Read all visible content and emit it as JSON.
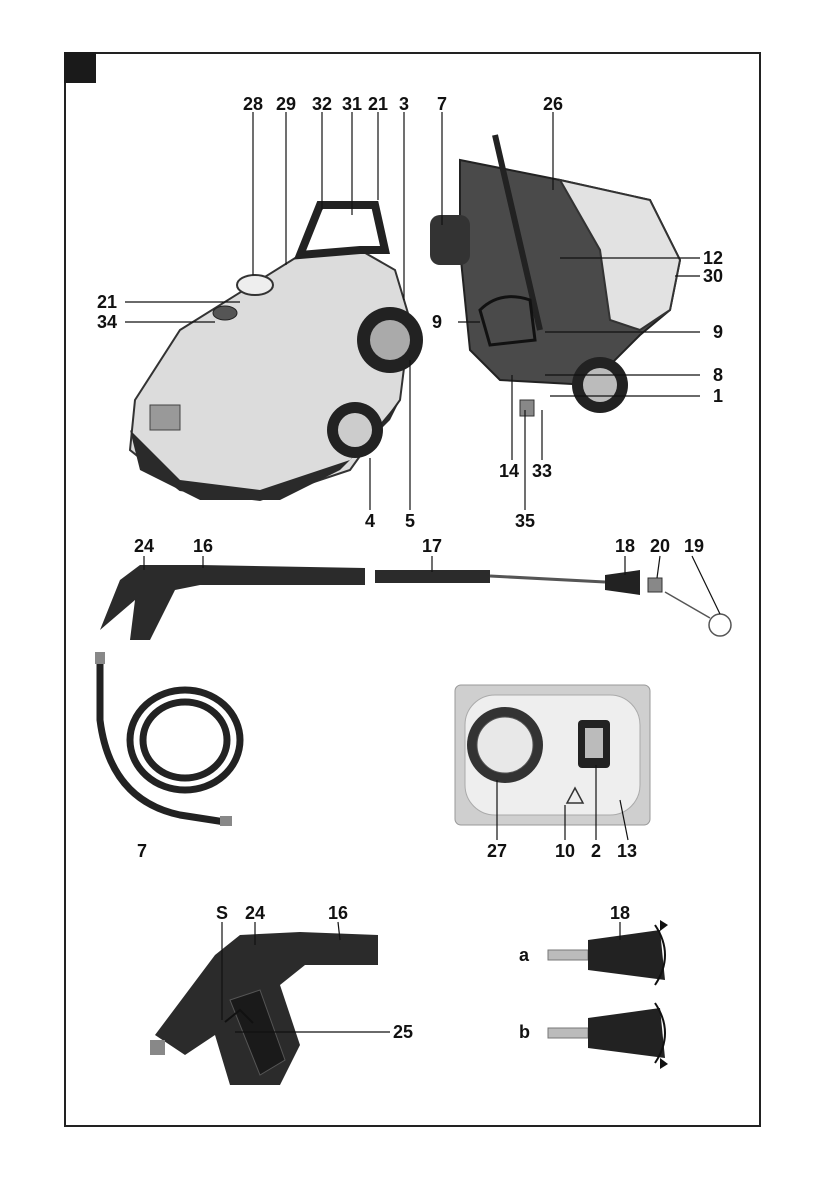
{
  "figure": {
    "callouts_top": [
      "28",
      "29",
      "32",
      "31",
      "21",
      "3",
      "7",
      "26"
    ],
    "callouts_machine_left_side": [
      "21",
      "34"
    ],
    "callouts_machine_right_side": [
      "12",
      "30",
      "9",
      "8",
      "1"
    ],
    "callouts_machine_left_mid": [
      "9"
    ],
    "callouts_bottom_row": [
      "4",
      "5",
      "14",
      "33",
      "35"
    ],
    "callouts_lance_row": [
      "24",
      "16",
      "17",
      "18",
      "20",
      "19"
    ],
    "callouts_hose": [
      "7"
    ],
    "callouts_panel": [
      "27",
      "10",
      "2",
      "13"
    ],
    "callouts_gun_detail": [
      "S",
      "24",
      "16",
      "25"
    ],
    "callouts_nozzle_detail": [
      "18",
      "a",
      "b"
    ]
  }
}
